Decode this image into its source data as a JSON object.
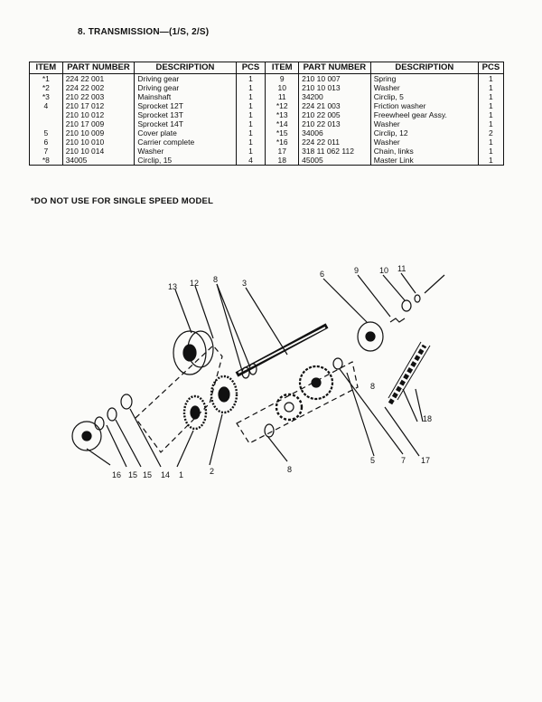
{
  "page": {
    "title": "8. TRANSMISSION—(1/S, 2/S)",
    "note": "*DO NOT USE FOR SINGLE SPEED MODEL"
  },
  "table": {
    "headers": [
      "ITEM",
      "PART NUMBER",
      "DESCRIPTION",
      "PCS",
      "ITEM",
      "PART NUMBER",
      "DESCRIPTION",
      "PCS"
    ],
    "rows": [
      [
        "*1",
        "224 22 001",
        "Driving gear",
        "1",
        "9",
        "210 10 007",
        "Spring",
        "1"
      ],
      [
        "*2",
        "224 22 002",
        "Driving gear",
        "1",
        "10",
        "210 10 013",
        "Washer",
        "1"
      ],
      [
        "*3",
        "210 22 003",
        "Mainshaft",
        "1",
        "11",
        "34200",
        "Circlip, 5",
        "1"
      ],
      [
        "4",
        "210 17 012",
        "Sprocket 12T",
        "1",
        "*12",
        "224 21 003",
        "Friction washer",
        "1"
      ],
      [
        "",
        "210 10 012",
        "Sprocket 13T",
        "1",
        "*13",
        "210 22 005",
        "Freewheel gear Assy.",
        "1"
      ],
      [
        "",
        "210 17 009",
        "Sprocket 14T",
        "1",
        "*14",
        "210 22 013",
        "Washer",
        "1"
      ],
      [
        "5",
        "210 10 009",
        "Cover plate",
        "1",
        "*15",
        "34006",
        "Circlip, 12",
        "2"
      ],
      [
        "6",
        "210 10 010",
        "Carrier complete",
        "1",
        "*16",
        "224 22 011",
        "Washer",
        "1"
      ],
      [
        "7",
        "210 10 014",
        "Washer",
        "1",
        "17",
        "318 11 062 112",
        "Chain, links",
        "1"
      ],
      [
        "*8",
        "34005",
        "Circlip, 15",
        "4",
        "18",
        "45005",
        "Master Link",
        "1"
      ]
    ]
  },
  "diagram": {
    "callouts": [
      "13",
      "12",
      "8",
      "3",
      "6",
      "9",
      "10",
      "11",
      "8",
      "18",
      "16",
      "15",
      "15",
      "14",
      "1",
      "2",
      "8",
      "5",
      "7",
      "17"
    ]
  }
}
